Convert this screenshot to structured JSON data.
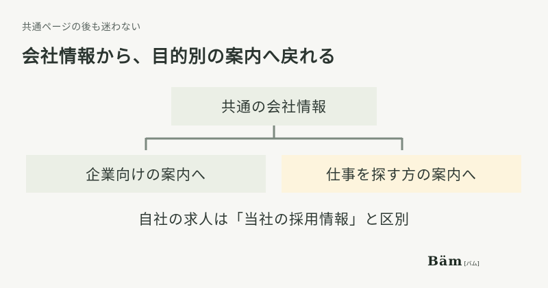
{
  "header": {
    "eyebrow": "共通ページの後も迷わない",
    "title": "会社情報から、目的別の案内へ戻れる"
  },
  "diagram": {
    "root": "共通の会社情報",
    "left_branch": "企業向けの案内へ",
    "right_branch": "仕事を探す方の案内へ",
    "note": "自社の求人は「当社の採用情報」と区別"
  },
  "logo": {
    "main": "Bäm",
    "sub": "[バム]"
  },
  "colors": {
    "background": "#f7f7f4",
    "neutral_box": "#ebefe6",
    "highlight_box": "#fdf4dd",
    "connector": "#7d8a80",
    "text": "#2d3a33"
  }
}
